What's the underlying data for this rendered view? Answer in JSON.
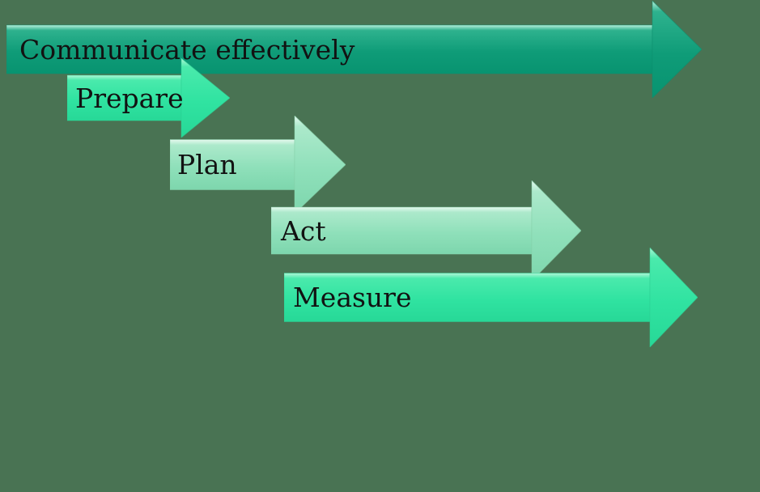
{
  "diagram": {
    "background_color": "#497353",
    "label_color": "#121212",
    "arrows": [
      {
        "label": "Communicate effectively",
        "fill_top": "#B9F0DC",
        "fill_upper": "#2EB28E",
        "fill_main": "#0F9C78",
        "fill_bottom": "#089370",
        "edge": "#0B8E6E"
      },
      {
        "label": "Prepare",
        "fill_top": "#AFF6D6",
        "fill_upper": "#4AEAAC",
        "fill_main": "#30E3A1",
        "fill_bottom": "#27D897",
        "edge": "#2BCE92"
      },
      {
        "label": "Plan",
        "fill_top": "#E6F9EF",
        "fill_upper": "#ACE9CB",
        "fill_main": "#8FE0BA",
        "fill_bottom": "#7DD6AD",
        "edge": "#84CFA8"
      },
      {
        "label": "Act",
        "fill_top": "#E6F9EF",
        "fill_upper": "#ACE9CB",
        "fill_main": "#8FE0BA",
        "fill_bottom": "#7DD6AD",
        "edge": "#84CFA8"
      },
      {
        "label": "Measure",
        "fill_top": "#AFF6D6",
        "fill_upper": "#4AEAAC",
        "fill_main": "#30E3A1",
        "fill_bottom": "#27D897",
        "edge": "#2BCE92"
      }
    ]
  }
}
